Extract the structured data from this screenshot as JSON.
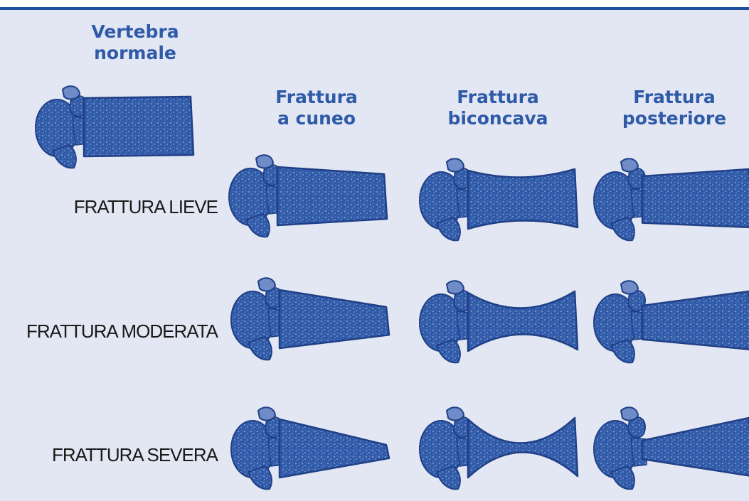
{
  "headers": {
    "normal": "Vertebra\nnormale",
    "wedge": "Frattura\na cuneo",
    "biconcave": "Frattura\nbiconcava",
    "posterior": "Frattura\nposteriore"
  },
  "rows": {
    "mild": "FRATTURA LIEVE",
    "moderate": "FRATTURA MODERATA",
    "severe": "FRATTURA SEVERA"
  },
  "colors": {
    "background": "#e3e6f3",
    "ink": "#2f5aa8",
    "ink_dark": "#1f3f86",
    "ink_light": "#6f8cc8",
    "rule": "#1f4f9e"
  }
}
